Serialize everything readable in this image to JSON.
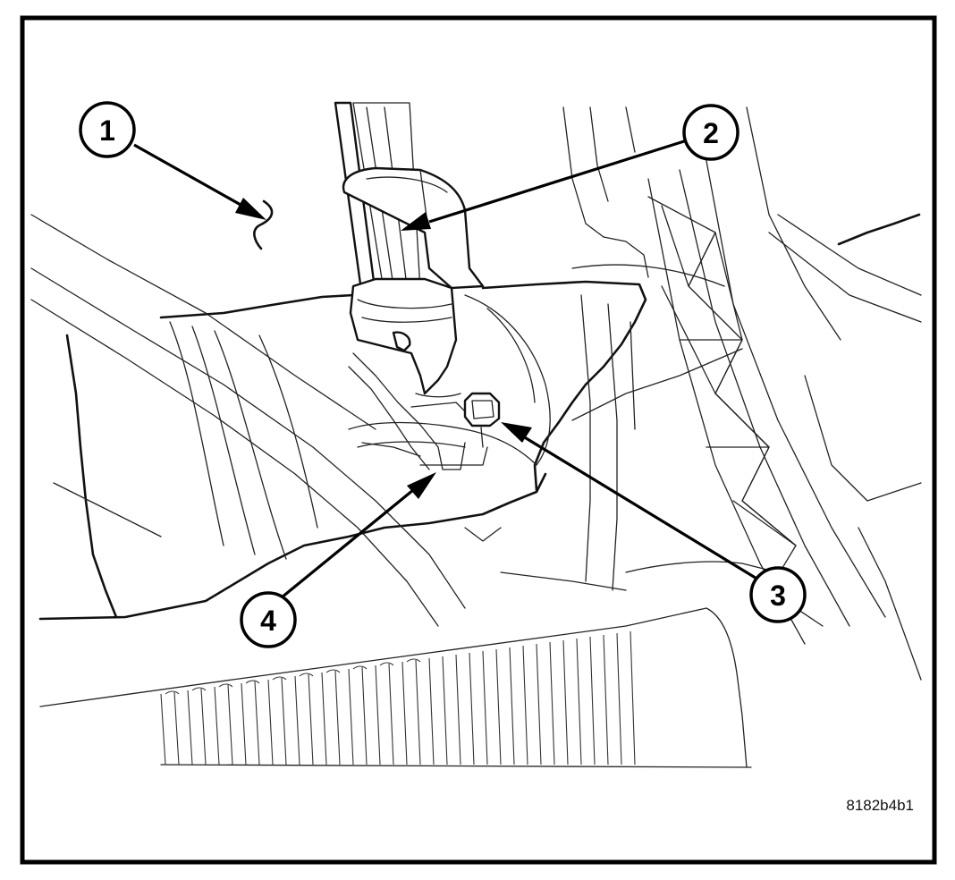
{
  "figure": {
    "callouts": [
      {
        "id": "1",
        "label": "1"
      },
      {
        "id": "2",
        "label": "2"
      },
      {
        "id": "3",
        "label": "3"
      },
      {
        "id": "4",
        "label": "4"
      }
    ],
    "figure_id": "8182b4b1"
  }
}
